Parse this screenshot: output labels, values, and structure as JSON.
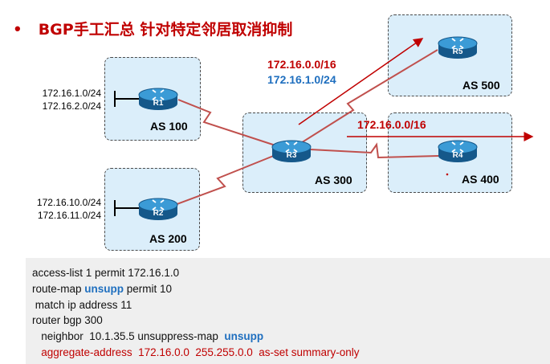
{
  "title": {
    "bullet": "•",
    "text": "BGP手工汇总 针对特定邻居取消抑制"
  },
  "as_boxes": {
    "as100": "AS 100",
    "as200": "AS 200",
    "as300": "AS 300",
    "as400": "AS 400",
    "as500": "AS 500"
  },
  "routers": {
    "r1": "R1",
    "r2": "R2",
    "r3": "R3",
    "r4": "R4",
    "r5": "R5"
  },
  "prefixes": {
    "r1": [
      "172.16.1.0/24",
      "172.16.2.0/24"
    ],
    "r2": [
      "172.16.10.0/24",
      "172.16.11.0/24"
    ]
  },
  "advertised": {
    "to_r5": [
      "172.16.0.0/16",
      "172.16.1.0/24"
    ],
    "to_r4": "172.16.0.0/16"
  },
  "colors": {
    "red": "#c00000",
    "blue": "#1f6fbf",
    "as_fill": "#dbeefa",
    "router": "#1a6fa8"
  },
  "config": {
    "l1": "access-list 1 permit 172.16.1.0",
    "l2a": "route-map ",
    "l2b": "unsupp",
    "l2c": " permit 10",
    "l3": " match ip address 11",
    "l4": "router bgp 300",
    "l5a": "   neighbor  10.1.35.5 unsuppress-map  ",
    "l5b": "unsupp",
    "l6": "   aggregate-address  172.16.0.0  255.255.0.0  as-set summary-only"
  }
}
